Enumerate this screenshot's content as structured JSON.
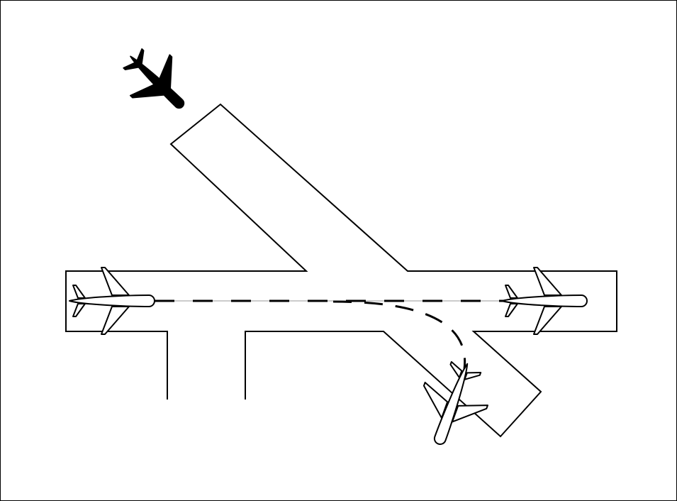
{
  "diagram": {
    "subject": "runway-intersection",
    "colors": {
      "line": "#000000",
      "path_thin": "#999999",
      "background": "#ffffff"
    },
    "aircraft": [
      {
        "id": "landing-aircraft",
        "style": "filled"
      },
      {
        "id": "holding-aircraft-left",
        "style": "outline"
      },
      {
        "id": "holding-aircraft-right",
        "style": "outline"
      },
      {
        "id": "turning-aircraft",
        "style": "outline"
      }
    ]
  }
}
